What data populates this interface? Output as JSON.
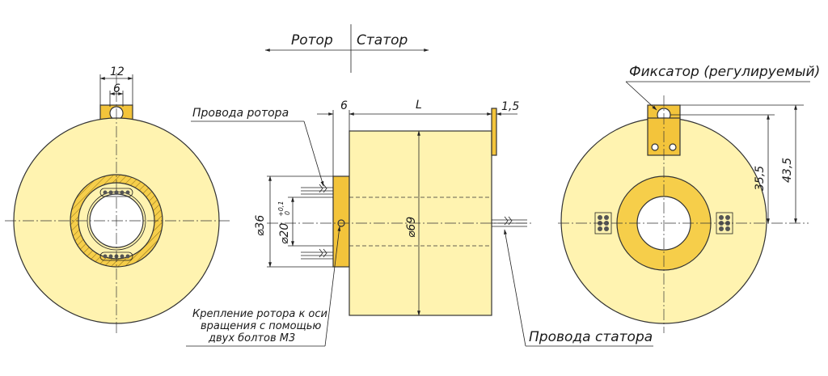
{
  "labels": {
    "rotor": "Ротор",
    "stator": "Статор",
    "rotor_wires": "Провода ротора",
    "stator_wires": "Провода статора",
    "fixator": "Фиксатор (регулируемый)",
    "mount_note": [
      "Крепление ротора к оси",
      "вращения с помощью",
      "двух болтов М3"
    ]
  },
  "dimensions": {
    "tab_width": "12",
    "slot_width": "6",
    "flange_thickness": "6",
    "body_length": "L",
    "plate_thickness": "1,5",
    "rotor_diameter": "⌀36",
    "bore_diameter": "⌀20",
    "bore_tol_upper": "+0,1",
    "bore_tol_lower": "0",
    "body_diameter": "⌀69",
    "height_center_fixator": "35,5",
    "height_center_top": "43,5"
  },
  "colors": {
    "body": "#fff3b0",
    "ring": "#f6ce4a",
    "tab": "#f3c43b",
    "line": "#222222"
  }
}
